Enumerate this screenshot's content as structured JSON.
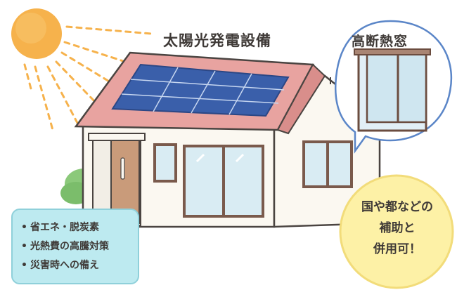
{
  "labels": {
    "solar": "太陽光発電設備",
    "window": "高断熱窓"
  },
  "benefits": [
    "省エネ・脱炭素",
    "光熱費の高騰対策",
    "災害時への備え"
  ],
  "subsidy": {
    "line1": "国や都などの",
    "line2": "補助と",
    "line3": "併用可！"
  },
  "colors": {
    "sun": "#f6b24c",
    "roof": "#e8a3a0",
    "panel": "#3a5faa",
    "wall": "#fbf8f1",
    "benefit_box": "#bdeaf0",
    "subsidy_circle": "#fdf1a6",
    "window_bubble_border": "#5b86c8",
    "door": "#c99b7a"
  }
}
